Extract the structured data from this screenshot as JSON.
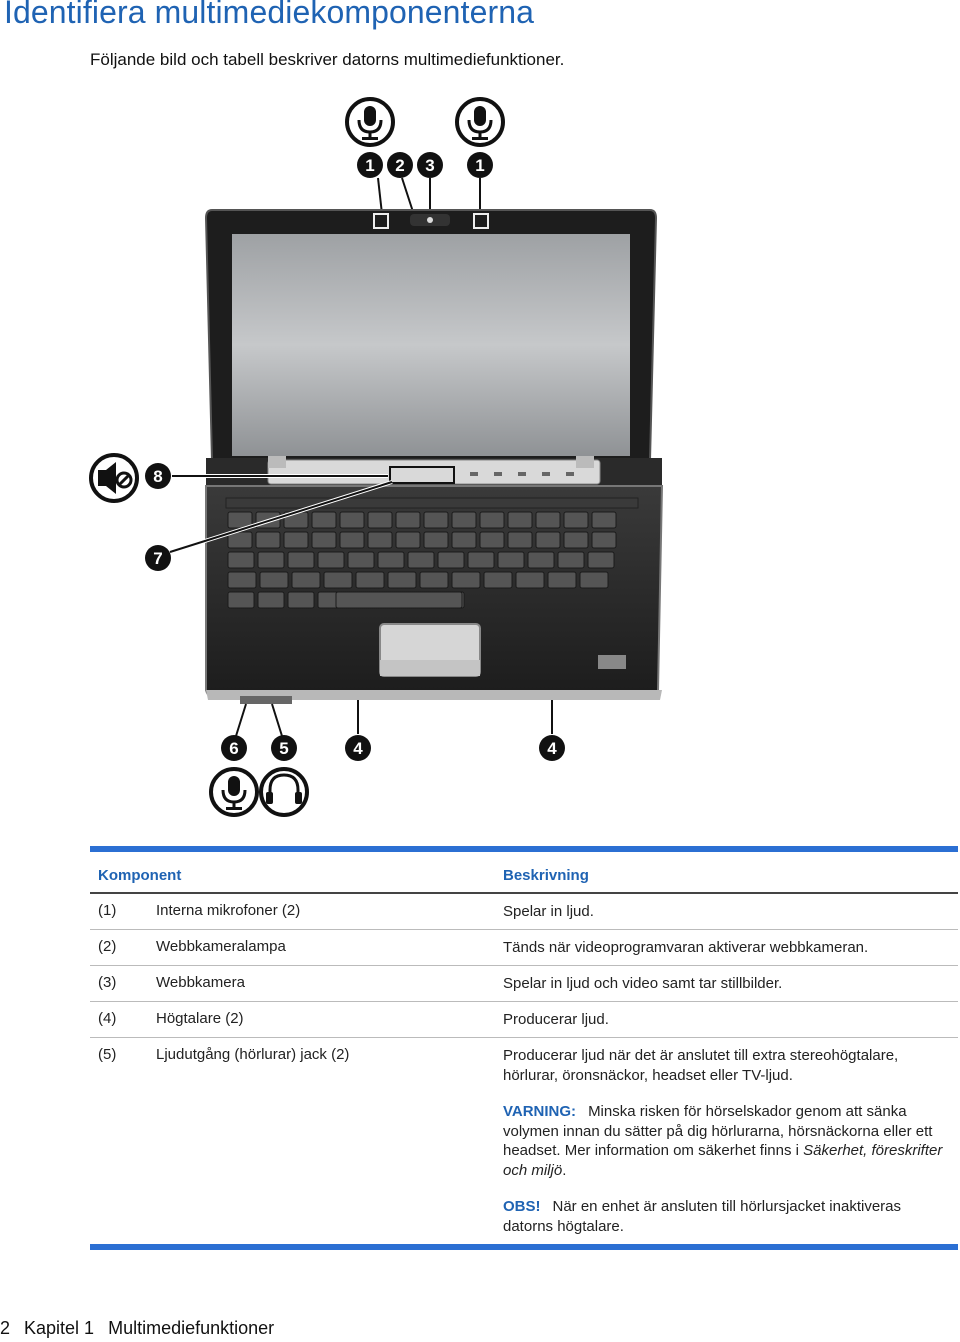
{
  "page": {
    "title": "Identifiera multimediekomponenterna",
    "intro": "Följande bild och tabell beskriver datorns multimediefunktioner."
  },
  "figure": {
    "callouts": [
      "1",
      "2",
      "3",
      "1",
      "8",
      "7",
      "6",
      "5",
      "4",
      "4"
    ],
    "icons": [
      "microphone-icon",
      "microphone-icon",
      "mute-speaker-icon",
      "microphone-icon",
      "headphones-icon"
    ]
  },
  "table": {
    "headers": {
      "component": "Komponent",
      "description": "Beskrivning"
    },
    "rows": [
      {
        "num": "(1)",
        "component": "Interna mikrofoner (2)",
        "description": "Spelar in ljud."
      },
      {
        "num": "(2)",
        "component": "Webbkameralampa",
        "description": "Tänds när videoprogramvaran aktiverar webbkameran."
      },
      {
        "num": "(3)",
        "component": "Webbkamera",
        "description": "Spelar in ljud och video samt tar stillbilder."
      },
      {
        "num": "(4)",
        "component": "Högtalare (2)",
        "description": "Producerar ljud."
      },
      {
        "num": "(5)",
        "component": "Ljudutgång (hörlurar) jack (2)",
        "description": "Producerar ljud när det är anslutet till extra stereohögtalare, hörlurar, öronsnäckor, headset eller TV-ljud."
      }
    ],
    "warning": {
      "label": "VARNING:",
      "text": "Minska risken för hörselskador genom att sänka volymen innan du sätter på dig hörlurarna, hörsnäckorna eller ett headset. Mer information om säkerhet finns i ",
      "italic": "Säkerhet, föreskrifter och miljö",
      "end": "."
    },
    "obs": {
      "label": "OBS!",
      "text": "När en enhet är ansluten till hörlursjacket inaktiveras datorns högtalare."
    }
  },
  "footer": {
    "page_number": "2",
    "chapter": "Kapitel 1",
    "chapter_title": "Multimediefunktioner"
  },
  "colors": {
    "accent": "#1f63b3",
    "rule": "#2b6fd3"
  }
}
